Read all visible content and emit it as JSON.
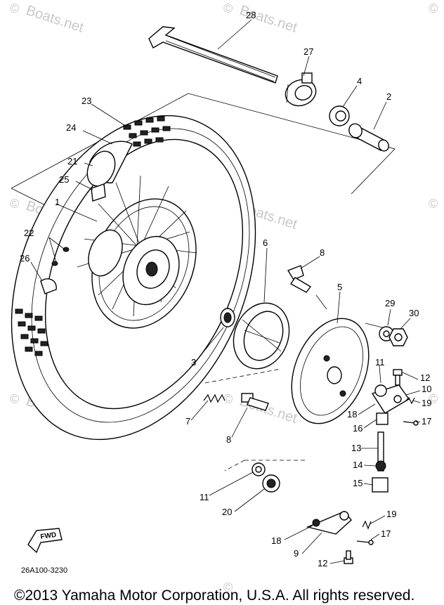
{
  "diagram": {
    "watermark": "Boats.net",
    "diagram_code": "26A100-3230",
    "fwd_label": "FWD",
    "callouts": [
      "28",
      "27",
      "4",
      "2",
      "23",
      "24",
      "21",
      "25",
      "1",
      "22",
      "26",
      "6",
      "8",
      "5",
      "29",
      "30",
      "3",
      "11",
      "12",
      "10",
      "19",
      "17",
      "18",
      "16",
      "7",
      "8",
      "13",
      "14",
      "15",
      "11",
      "20",
      "19",
      "18",
      "9",
      "17",
      "12"
    ]
  },
  "footer": {
    "copyright": "©2013 Yamaha Motor Corporation, U.S.A. All rights reserved."
  }
}
